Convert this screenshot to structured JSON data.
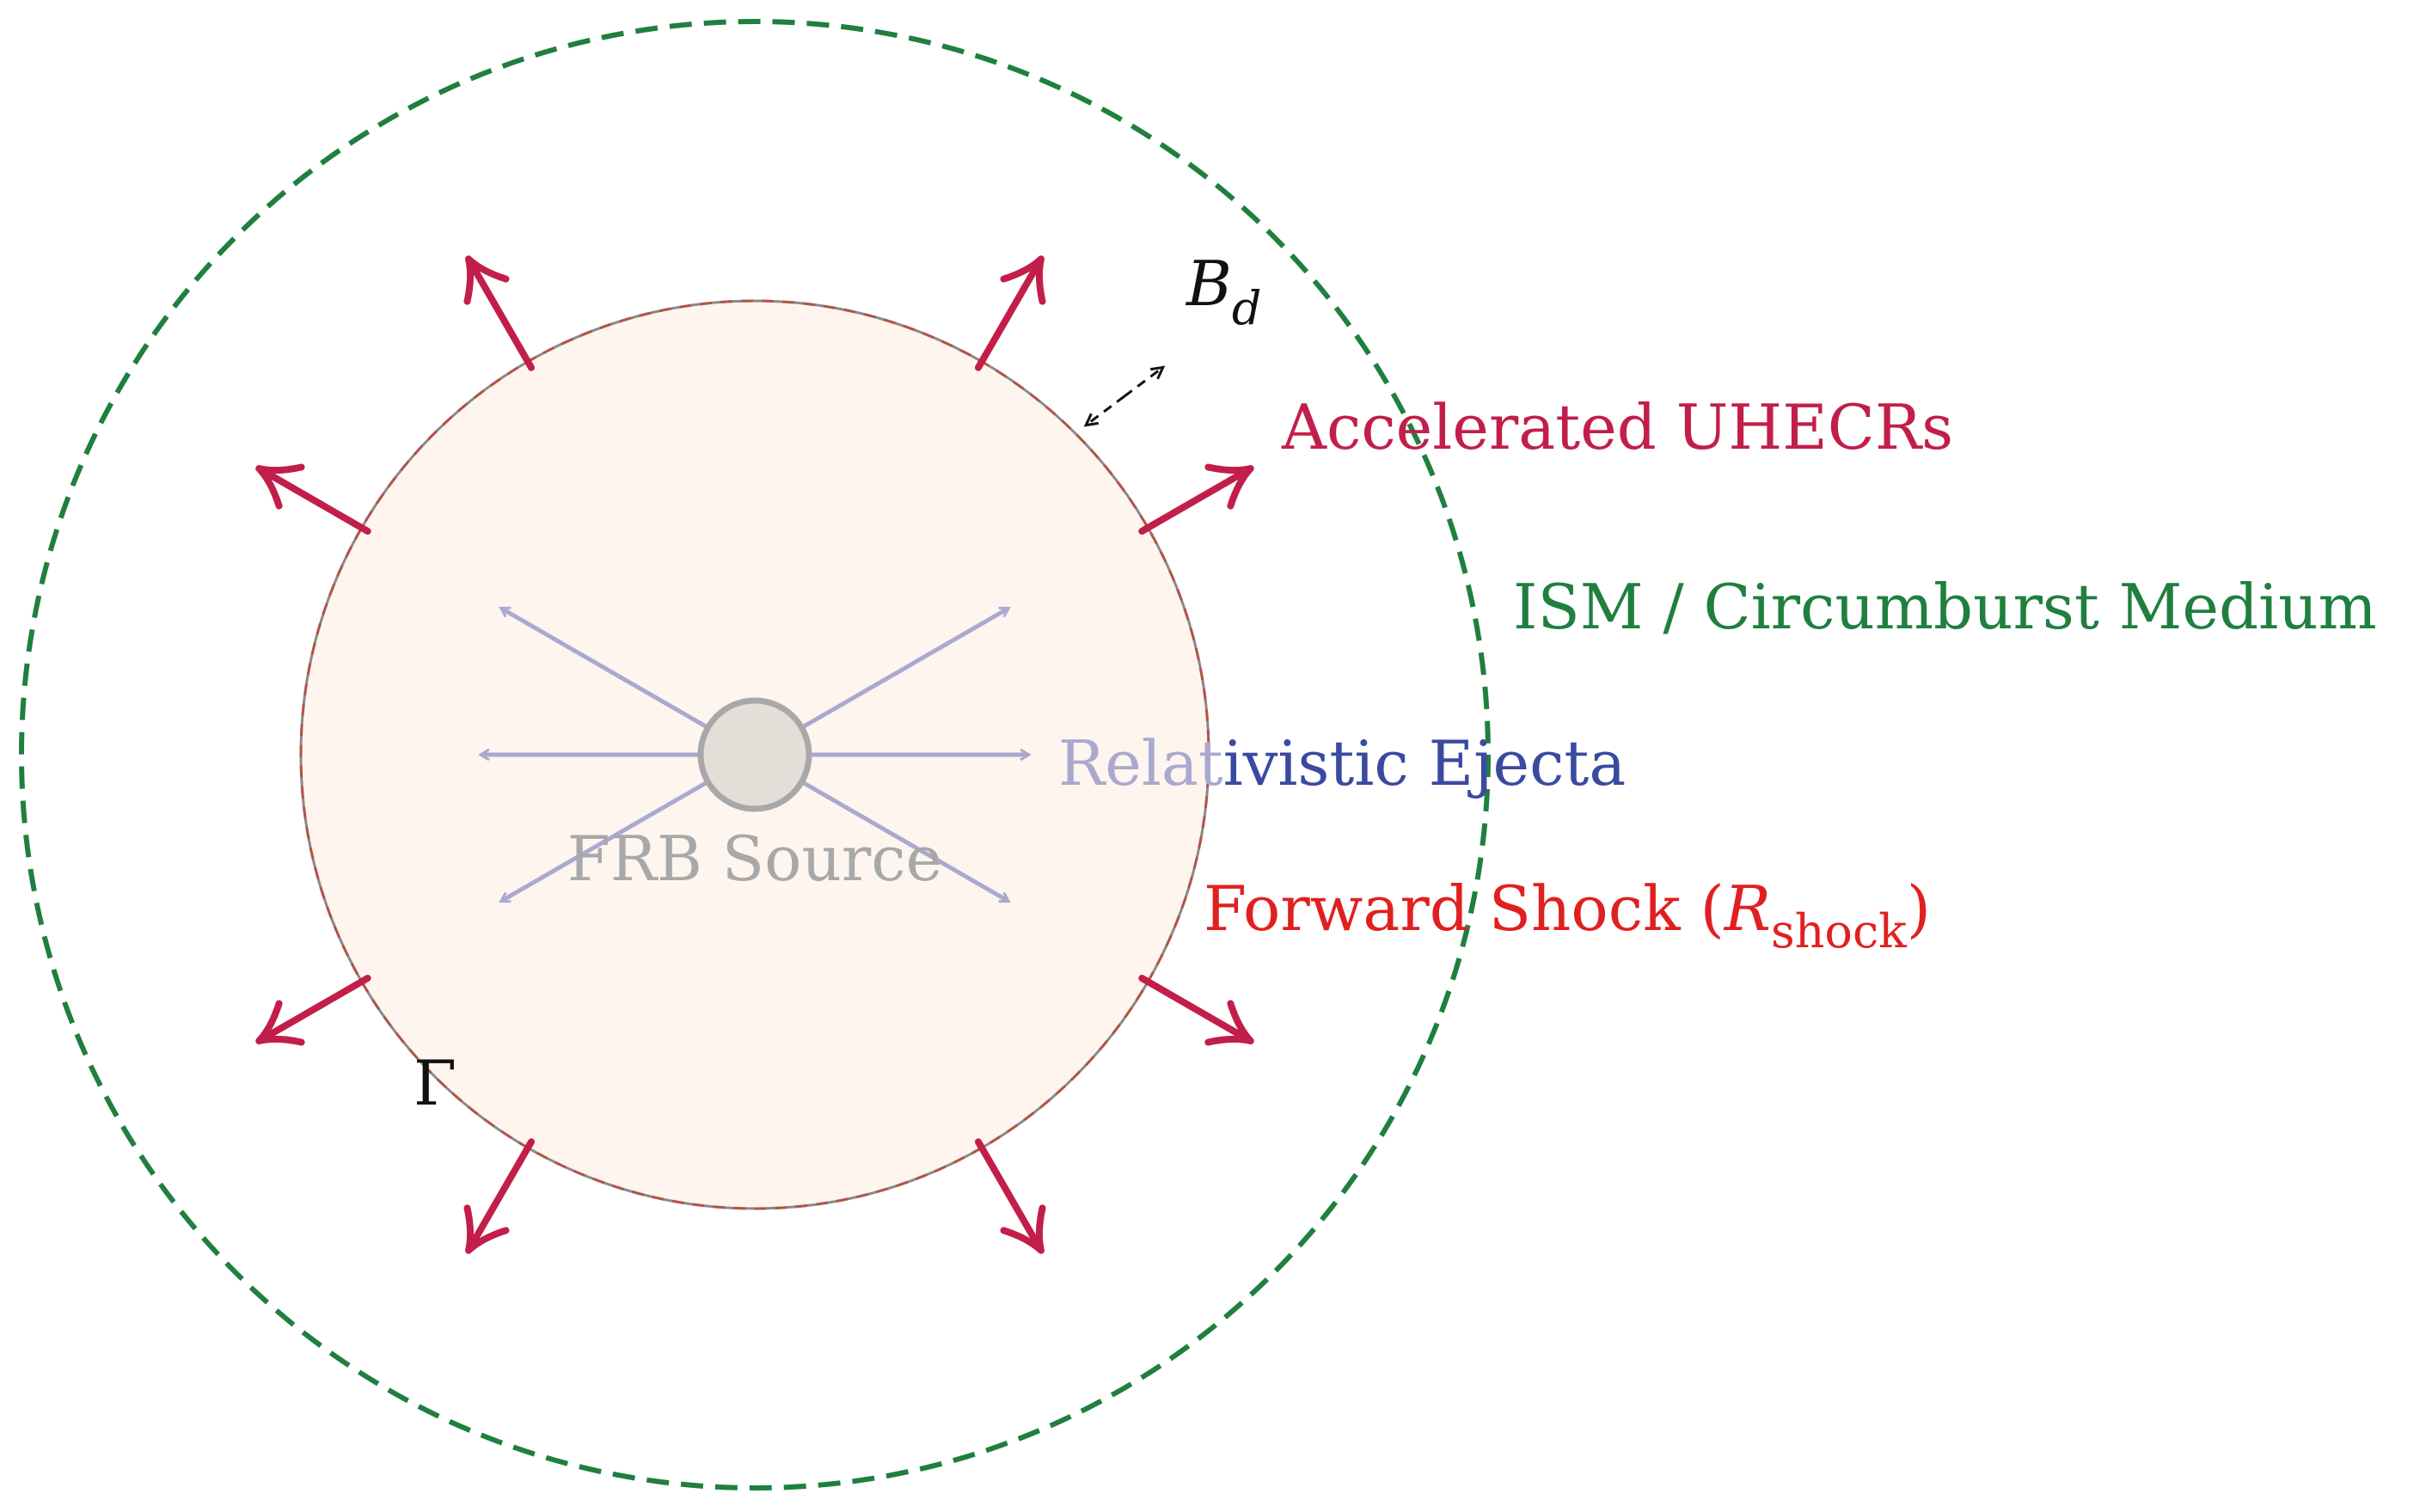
{
  "colors": {
    "ism": "#1f7f3f",
    "uhecr": "#c21e4a",
    "shock": "#e02020",
    "ejecta_text": "#3a4aa0",
    "ejecta_arrows": "#a9a9d0",
    "source_text": "#a8a8a8",
    "source_fill": "#e3ded8",
    "source_stroke": "#a8a8a8",
    "shell_fill": "#fdf5ee",
    "shell_stroke": "#8a8a8a",
    "black": "#111111"
  },
  "labels": {
    "uhecr": "Accelerated UHECRs",
    "ism": "ISM / Circumburst Medium",
    "ejecta_light": "Relat",
    "ejecta_dark": "ivistic Ejecta",
    "shock_prefix": "Forward Shock (",
    "shock_symbol": "R",
    "shock_subscript": "shock",
    "shock_suffix": ")",
    "source": "FRB Source",
    "lorentz": "Γ",
    "field_symbol": "B",
    "field_subscript": "d"
  },
  "icons": {
    "uhecr_arrows": "outward-arrow-icon",
    "ejecta_arrows": "outward-arrow-icon",
    "field_arrow": "double-arrow-icon"
  }
}
